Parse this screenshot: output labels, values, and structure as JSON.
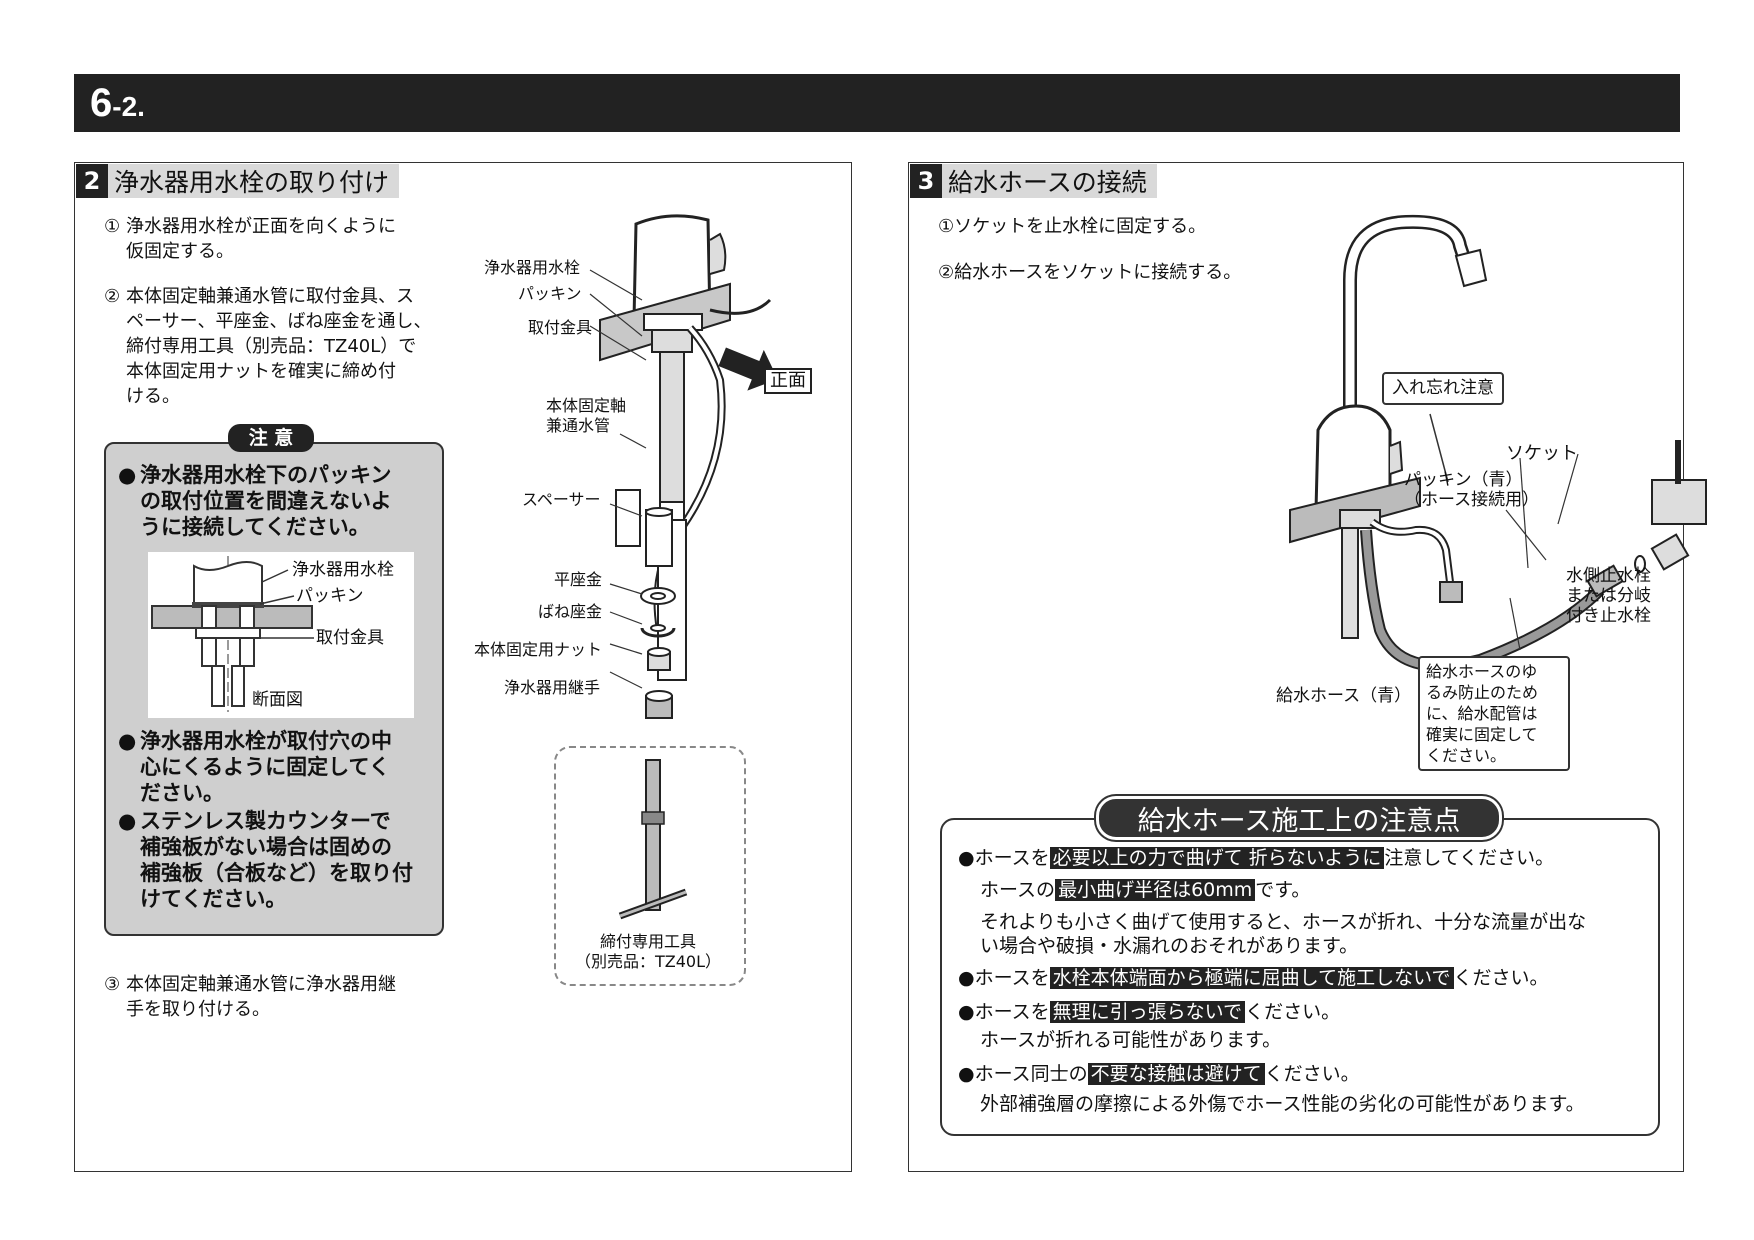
{
  "header": {
    "chapter": "6",
    "sub": "-2."
  },
  "left": {
    "section_num": "2",
    "section_title": "浄水器用水栓の取り付け",
    "steps": [
      {
        "num": "①",
        "lines": [
          "浄水器用水栓が正面を向くように",
          "仮固定する。"
        ]
      },
      {
        "num": "②",
        "lines": [
          "本体固定軸兼通水管に取付金具、ス",
          "ペーサー、平座金、ばね座金を通し、",
          "締付専用工具（別売品：TZ40L）で",
          "本体固定用ナットを確実に締め付",
          "ける。"
        ]
      },
      {
        "num": "③",
        "lines": [
          "本体固定軸兼通水管に浄水器用継",
          "手を取り付ける。"
        ]
      }
    ],
    "caution": {
      "label": "注 意",
      "bullets": [
        {
          "lines": [
            "浄水器用水栓下のパッキン",
            "の取付位置を間違えないよ",
            "うに接続してください。"
          ]
        },
        {
          "lines": [
            "浄水器用水栓が取付穴の中",
            "心にくるように固定してく",
            "ださい。"
          ]
        },
        {
          "lines": [
            "ステンレス製カウンターで",
            "補強板がない場合は固めの",
            "補強板（合板など）を取り付",
            "けてください。"
          ]
        }
      ],
      "bullet_mark": "●",
      "cross_section": {
        "faucet": "浄水器用水栓",
        "packing": "パッキン",
        "bracket": "取付金具",
        "caption": "断面図"
      }
    },
    "diagram": {
      "faucet": "浄水器用水栓",
      "packing": "パッキン",
      "bracket": "取付金具",
      "front": "正面",
      "shaft": [
        "本体固定軸",
        "兼通水管"
      ],
      "spacer": "スペーサー",
      "washer": "平座金",
      "spring_washer": "ばね座金",
      "nut": "本体固定用ナット",
      "joint": "浄水器用継手",
      "tool": [
        "締付専用工具",
        "（別売品：TZ40L）"
      ]
    }
  },
  "right": {
    "section_num": "3",
    "section_title": "給水ホースの接続",
    "steps": [
      {
        "num": "①",
        "text": "ソケットを止水栓に固定する。"
      },
      {
        "num": "②",
        "text": "給水ホースをソケットに接続する。"
      }
    ],
    "diagram": {
      "forget": "入れ忘れ注意",
      "socket": "ソケット",
      "packing": [
        "パッキン（青）",
        "（ホース接続用）"
      ],
      "valve": [
        "水側止水栓",
        "または分岐",
        "付き止水栓"
      ],
      "hose": "給水ホース（青）",
      "hose_note": [
        "給水ホースのゆ",
        "るみ防止のため",
        "に、給水配管は",
        "確実に固定して",
        "ください。"
      ]
    },
    "notes": {
      "title": "給水ホース施工上の注意点",
      "l1a": "●ホースを",
      "l1h": "必要以上の力で曲げて 折らないように",
      "l1b": "注意してください。",
      "l2a": "ホースの",
      "l2h": "最小曲げ半径は60mm",
      "l2b": "です。",
      "l3": "それよりも小さく曲げて使用すると、ホースが折れ、十分な流量が出な",
      "l4": "い場合や破損・水漏れのおそれがあります。",
      "l5a": "●ホースを",
      "l5h": "水栓本体端面から極端に屈曲して施工しないで",
      "l5b": "ください。",
      "l6a": "●ホースを",
      "l6h": "無理に引っ張らないで",
      "l6b": "ください。",
      "l7": "ホースが折れる可能性があります。",
      "l8a": "●ホース同士の",
      "l8h": "不要な接触は避けて",
      "l8b": "ください。",
      "l9": "外部補強層の摩擦による外傷でホース性能の劣化の可能性があります。"
    }
  }
}
